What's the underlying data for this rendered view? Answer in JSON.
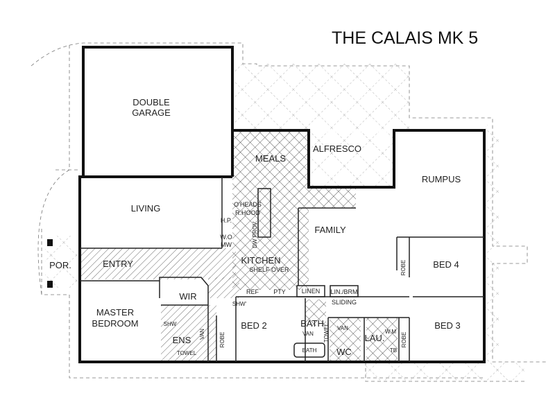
{
  "title": "THE CALAIS MK 5",
  "rooms": {
    "garage_1": "DOUBLE",
    "garage_2": "GARAGE",
    "meals": "MEALS",
    "alfresco": "ALFRESCO",
    "rumpus": "RUMPUS",
    "living": "LIVING",
    "family": "FAMILY",
    "kitchen": "KITCHEN",
    "porch": "POR.",
    "entry": "ENTRY",
    "bed4": "BED 4",
    "wir": "WIR",
    "master_1": "MASTER",
    "master_2": "BEDROOM",
    "ensuite": "ENS",
    "bed2": "BED 2",
    "bath": "BATH",
    "wc": "WC",
    "laundry": "LAU.",
    "bed3": "BED 3"
  },
  "fixtures": {
    "oheads": "O'HEADS",
    "rhood": "R.HOOD",
    "hp": "H.P.",
    "wo": "W.O",
    "mw": "MW",
    "dw": "DW PROV.",
    "shelf": "SHELF OVER",
    "ref": "REF",
    "pty": "PTY",
    "linen": "LINEN",
    "linbrm": "LIN./BRM",
    "sliding": "SLIDING",
    "robe_bed4": "ROBE",
    "robe_bed2": "ROBE",
    "robe_bed3": "ROBE",
    "shw_ens": "SHW",
    "van_ens": "VAN",
    "towel_ens": "TOWEL",
    "shw_bath": "SHW'",
    "van_bath": "VAN",
    "towel_bath": "TOWEL",
    "bath_tub": "BATH",
    "van_wc": "VAN",
    "wm": "W.M",
    "tb": "TB"
  }
}
